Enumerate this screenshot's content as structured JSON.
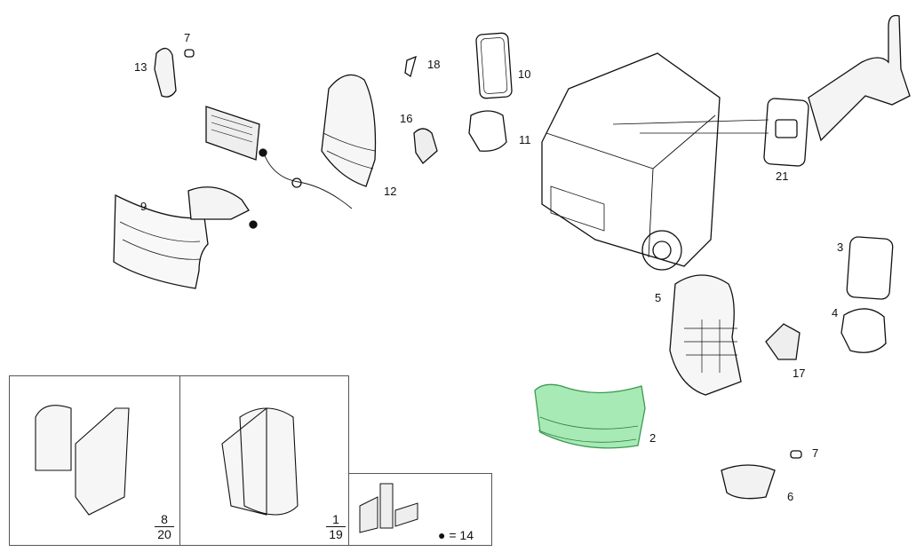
{
  "callouts": {
    "c7a": "7",
    "c13": "13",
    "c18": "18",
    "c10": "10",
    "c16": "16",
    "c11": "11",
    "c12": "12",
    "c9": "9",
    "c21": "21",
    "c3": "3",
    "c5": "5",
    "c4": "4",
    "c17": "17",
    "c2": "2",
    "c7b": "7",
    "c6": "6"
  },
  "insets": {
    "left": {
      "top": "8",
      "bottom": "20"
    },
    "middle": {
      "top": "1",
      "bottom": "19"
    },
    "legend": {
      "symbol": "●",
      "text": "= 14"
    }
  },
  "highlight": {
    "part": "2",
    "color": "#5fd87a"
  }
}
